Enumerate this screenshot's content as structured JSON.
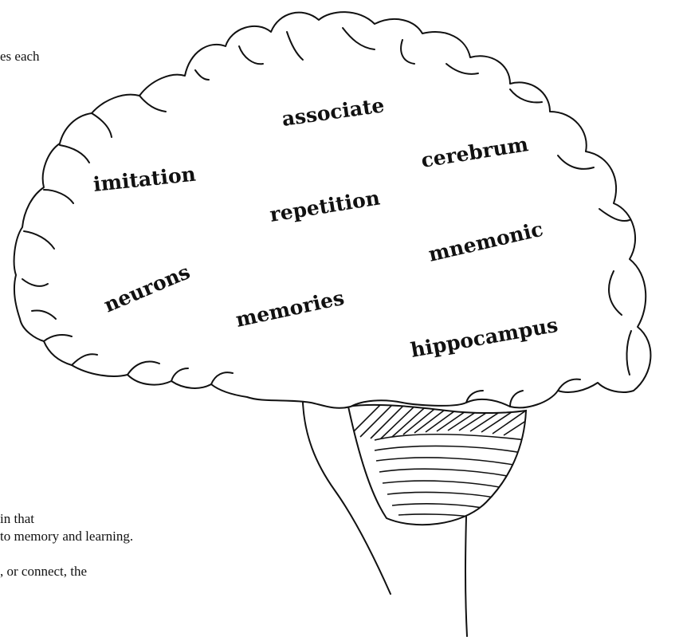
{
  "page_text": {
    "fragment_top": "es each",
    "fragment_bottom_1": "in that",
    "fragment_bottom_2": "to memory and learning.",
    "fragment_bottom_3": ", or connect, the"
  },
  "brain_words": {
    "associate": "associate",
    "cerebrum": "cerebrum",
    "imitation": "imitation",
    "repetition": "repetition",
    "mnemonic": "mnemonic",
    "neurons": "neurons",
    "memories": "memories",
    "hippocampus": "hippocampus"
  },
  "colors": {
    "line": "#111111",
    "background": "#ffffff"
  }
}
